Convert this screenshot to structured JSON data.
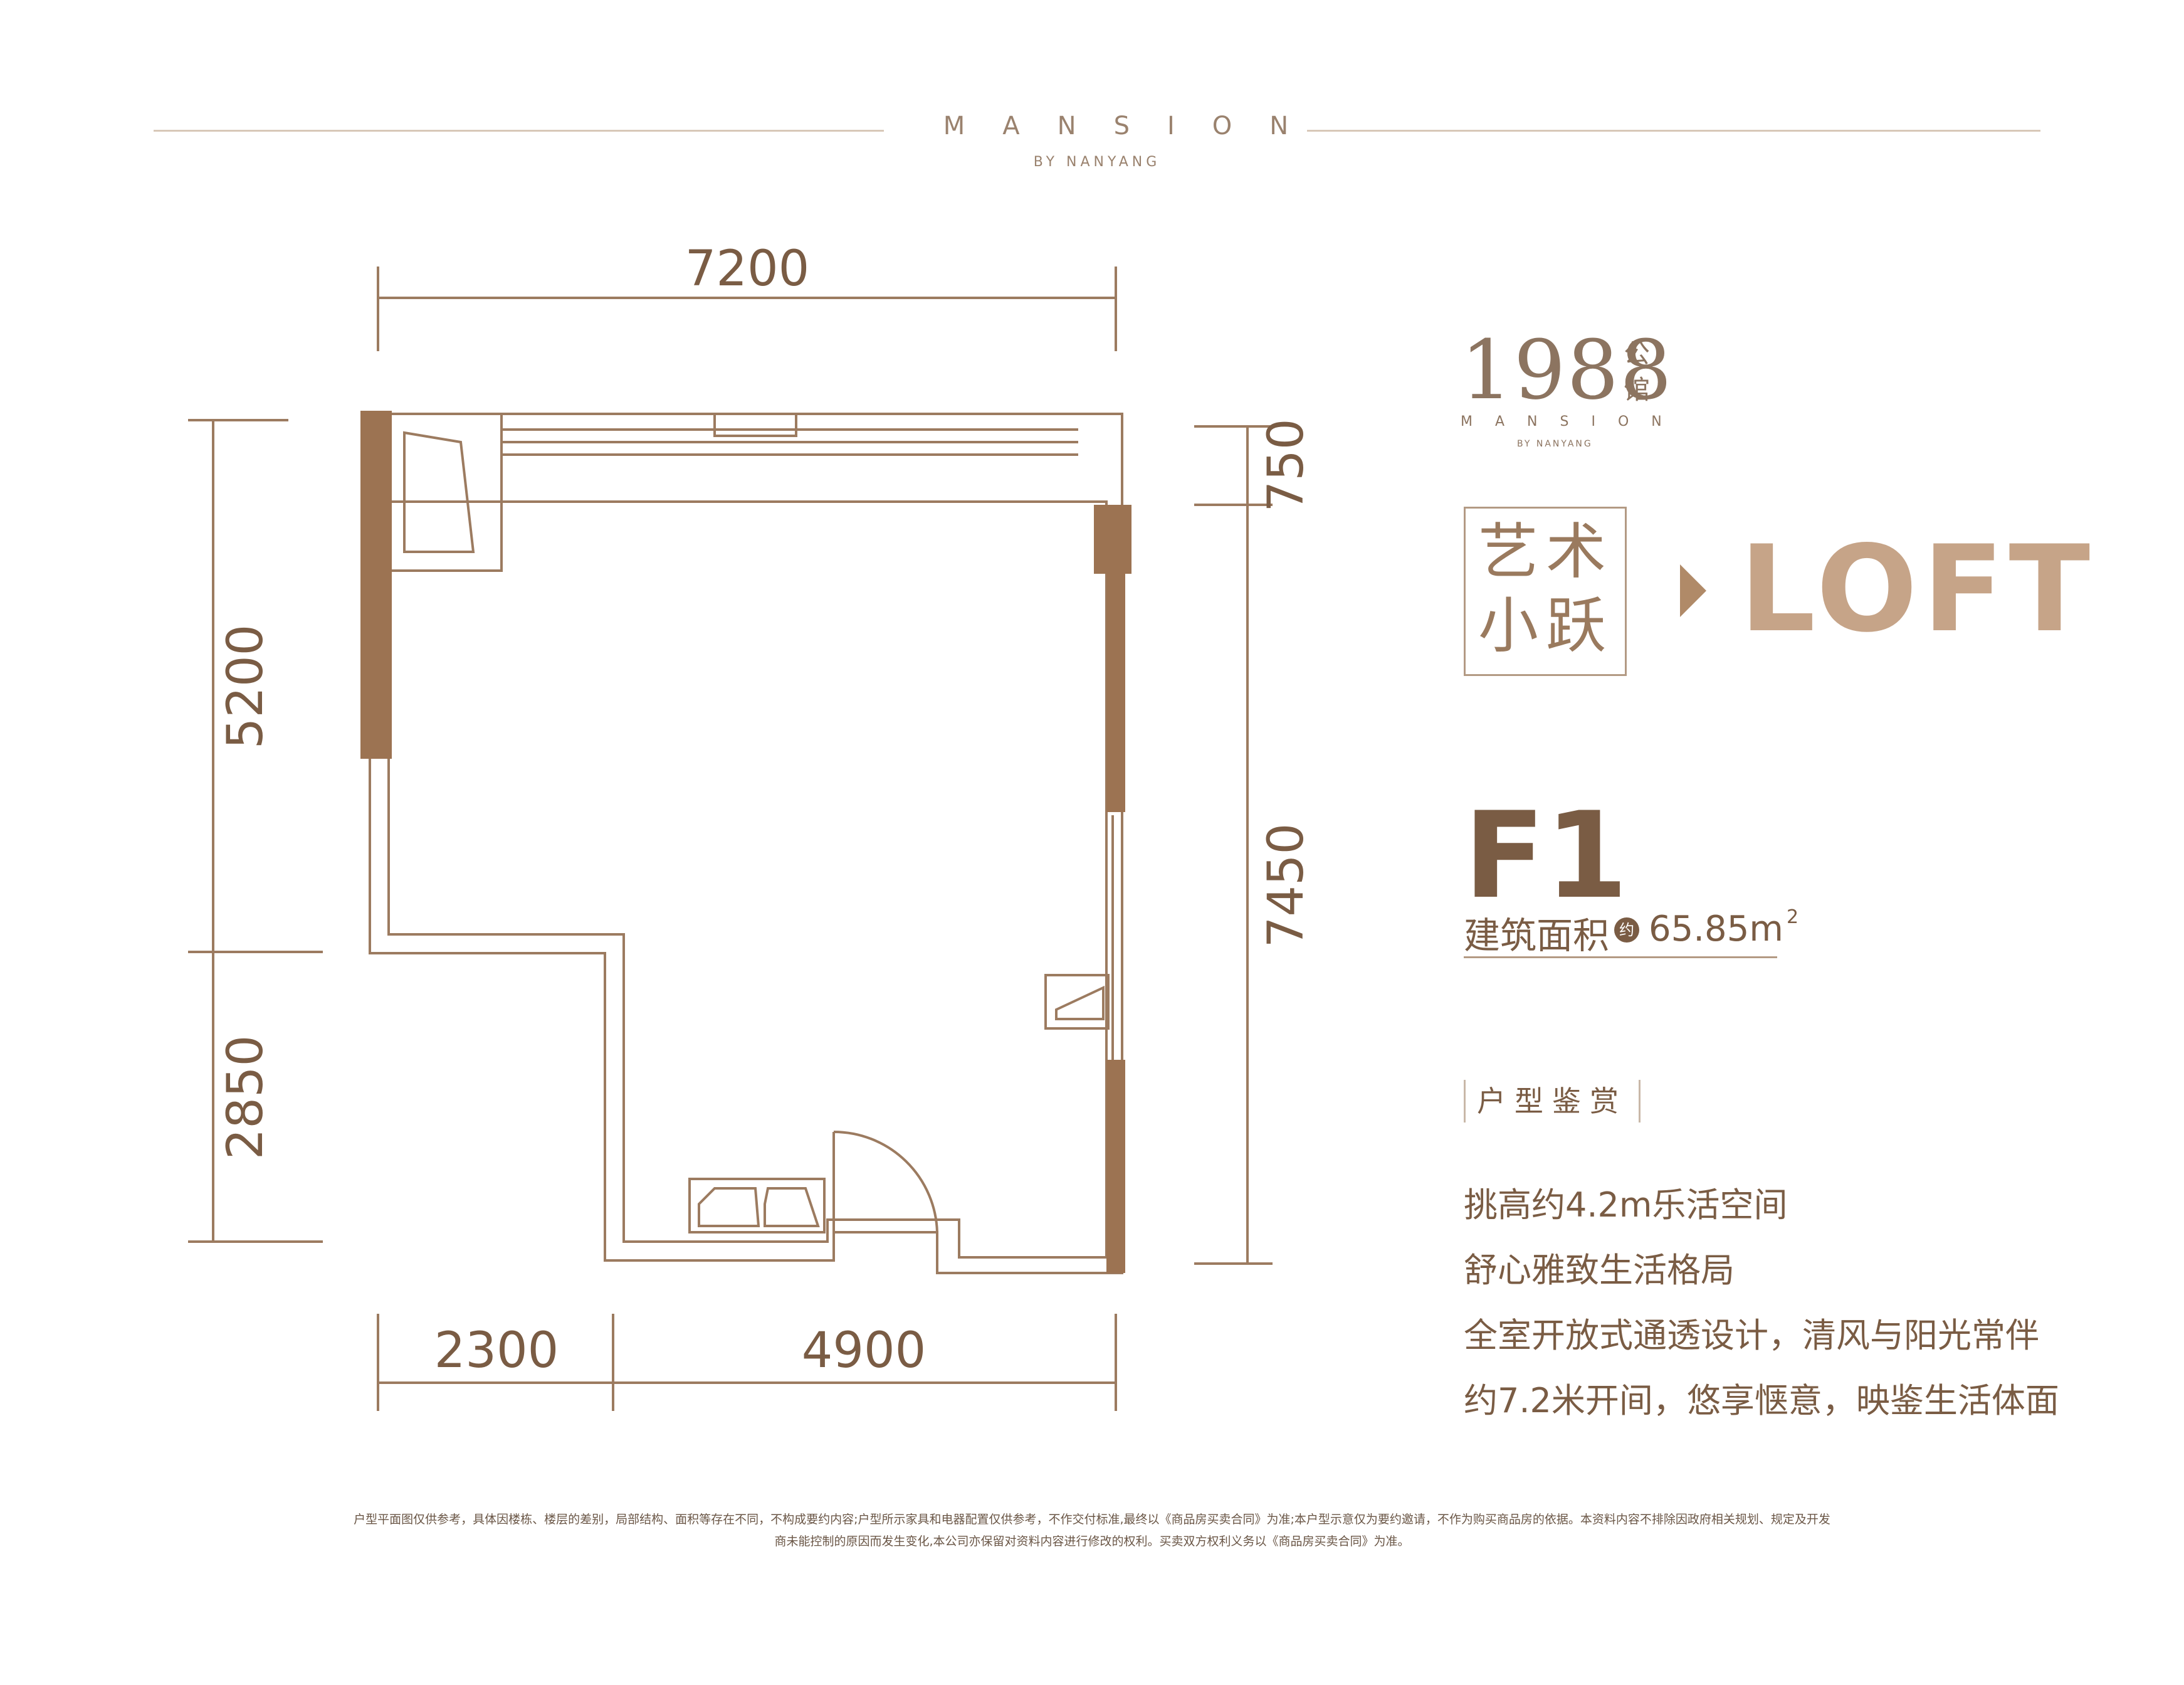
{
  "header": {
    "brand": "MANSION",
    "brand_sub": "BY NANYANG"
  },
  "colors": {
    "brand_brown": "#7a5c44",
    "wall_brown": "#9c7352",
    "accent_tan": "#c6a488",
    "line_gray": "#d8c8b8"
  },
  "plan": {
    "dimensions": {
      "top": "7200",
      "left_upper": "5200",
      "left_lower": "2850",
      "right_upper": "750",
      "right_lower": "7450",
      "bottom_left": "2300",
      "bottom_right": "4900"
    }
  },
  "logo": {
    "number": "1988",
    "chinese": "公馆",
    "mansion": "MANSION",
    "by": "BY NANYANG"
  },
  "tag": {
    "line1": "艺术",
    "line2": "小跃",
    "loft": "LOFT"
  },
  "unit": {
    "name": "F1",
    "area_label": "建筑面积",
    "approx": "约",
    "area_value": "65.85m",
    "area_unit_sup": "2"
  },
  "section": {
    "title": "户型鉴赏"
  },
  "features": [
    "挑高约4.2m乐活空间",
    "舒心雅致生活格局",
    "全室开放式通透设计，清风与阳光常伴",
    "约7.2米开间，悠享惬意，映鉴生活体面"
  ],
  "disclaimer": {
    "line1": "户型平面图仅供参考，具体因楼栋、楼层的差别，局部结构、面积等存在不同，不构成要约内容;户型所示家具和电器配置仅供参考，不作交付标准,最终以《商品房买卖合同》为准;本户型示意仅为要约邀请，不作为购买商品房的依据。本资料内容不排除因政府相关规划、规定及开发",
    "line2": "商未能控制的原因而发生变化,本公司亦保留对资料内容进行修改的权利。买卖双方权利义务以《商品房买卖合同》为准。"
  }
}
